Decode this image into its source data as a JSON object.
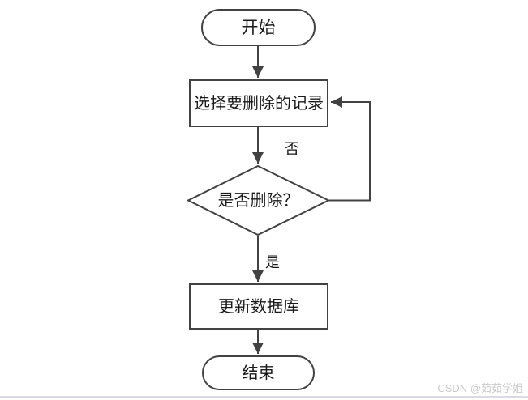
{
  "flowchart": {
    "nodes": {
      "start": {
        "type": "terminator",
        "label": "开始"
      },
      "select": {
        "type": "process",
        "label": "选择要删除的记录"
      },
      "decision": {
        "type": "decision",
        "label": "是否删除？"
      },
      "update": {
        "type": "process",
        "label": "更新数据库"
      },
      "end": {
        "type": "terminator",
        "label": "结束"
      }
    },
    "edges": {
      "no_label": "否",
      "yes_label": "是"
    },
    "colors": {
      "stroke": "#424242",
      "text": "#1a1a1a",
      "background": "#ffffff",
      "divider": "#dadae2",
      "watermark": "#c9c9c9"
    }
  },
  "watermark": {
    "text": "CSDN @茹茹学姐"
  }
}
